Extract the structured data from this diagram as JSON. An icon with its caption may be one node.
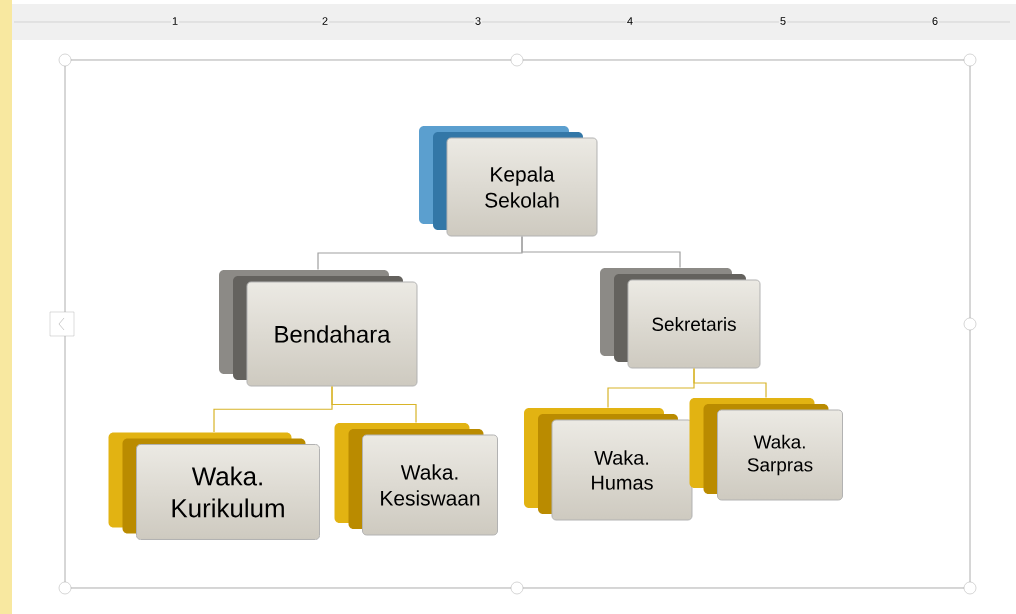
{
  "diagram": {
    "nodes": [
      {
        "text": [
          "Kepala Sekolah"
        ]
      },
      {
        "text": [
          "Bendahara"
        ]
      },
      {
        "text": [
          "Sekretaris"
        ]
      },
      {
        "text": [
          "Waka. Kurikulum"
        ]
      },
      {
        "text": [
          "Waka. Kesiswaan"
        ]
      },
      {
        "text": [
          "Waka. Humas"
        ]
      },
      {
        "text": [
          "Waka. Sarpras"
        ]
      }
    ],
    "edges": [
      {
        "from": 0,
        "to": 1,
        "arrow": "none",
        "color": "#a0a0a0"
      },
      {
        "from": 0,
        "to": 2,
        "arrow": "none",
        "color": "#a0a0a0"
      },
      {
        "from": 1,
        "to": 3,
        "arrow": "none"
      },
      {
        "from": 1,
        "to": 4,
        "arrow": "none"
      },
      {
        "from": 2,
        "to": 5,
        "arrow": "none"
      },
      {
        "from": 2,
        "to": 6,
        "arrow": "none"
      }
    ],
    "labels": [
      "1",
      "2",
      "3",
      "4",
      "5",
      "6"
    ]
  }
}
